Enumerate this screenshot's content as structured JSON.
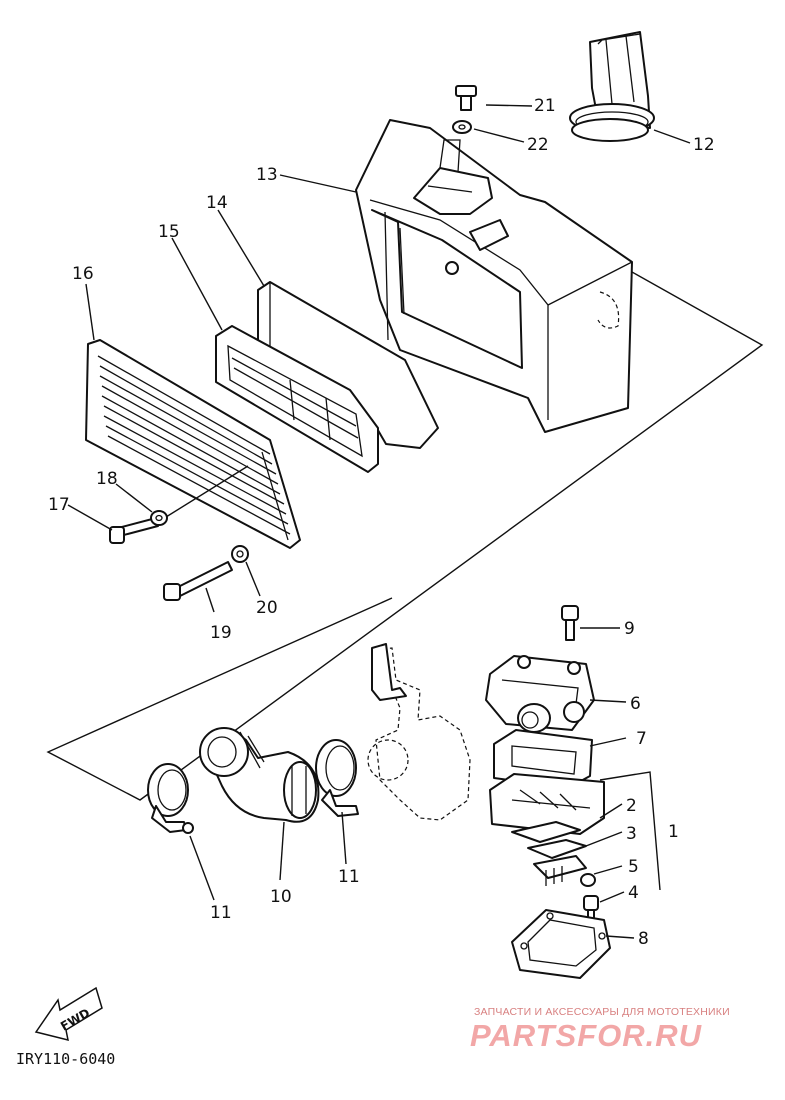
{
  "callouts": {
    "c1": "1",
    "c2": "2",
    "c3": "3",
    "c4": "4",
    "c5": "5",
    "c6": "6",
    "c7": "7",
    "c8": "8",
    "c9": "9",
    "c10": "10",
    "c11a": "11",
    "c11b": "11",
    "c12": "12",
    "c13": "13",
    "c14": "14",
    "c15": "15",
    "c16": "16",
    "c17": "17",
    "c18": "18",
    "c19": "19",
    "c20": "20",
    "c21": "21",
    "c22": "22"
  },
  "fwd_label": "FWD",
  "drawing_code": "IRY110-6040",
  "watermark": {
    "tagline": "ЗАПЧАСТИ И АКСЕССУАРЫ ДЛЯ МОТОТЕХНИКИ",
    "brand": "PARTSFOR.RU"
  }
}
